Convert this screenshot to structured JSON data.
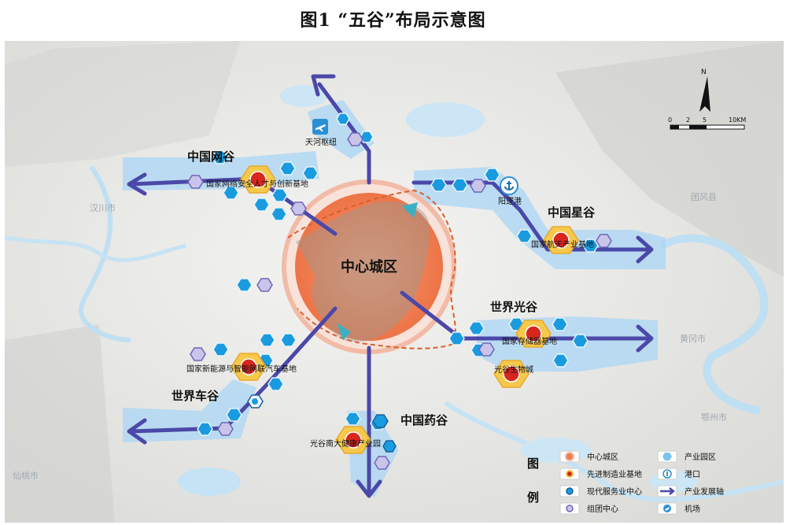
{
  "title": "图1 “五谷”布局示意图",
  "center": {
    "label": "中心城区"
  },
  "valleys": {
    "net": "中国网谷",
    "star": "中国星谷",
    "light": "世界光谷",
    "car": "世界车谷",
    "med": "中国药谷"
  },
  "bases": {
    "net": "国家网络安全人才与创新基地",
    "star": "国家航天产业基地",
    "storage": "国家存储器基地",
    "bio": "光谷生物城",
    "car": "国家新能源与智能网联汽车基地",
    "med": "光谷南大健康产业园"
  },
  "facilities": {
    "airport": "天河枢纽",
    "port": "阳逻港"
  },
  "places": {
    "hanchuan": "汉川市",
    "xiantao": "仙桃市",
    "huanggang": "黄冈市",
    "ezhou": "鄂州市",
    "tuanfeng": "团风县"
  },
  "scale": {
    "north": "N",
    "t0": "0",
    "t1": "2",
    "t2": "5",
    "t3": "10KM"
  },
  "legend": {
    "title_1": "图",
    "title_2": "例",
    "items": [
      {
        "label": "中心城区",
        "icon": "center-zone-icon"
      },
      {
        "label": "先进制造业基地",
        "icon": "manufacturing-base-icon"
      },
      {
        "label": "现代服务业中心",
        "icon": "service-center-icon"
      },
      {
        "label": "组团中心",
        "icon": "cluster-center-icon"
      },
      {
        "label": "产业园区",
        "icon": "industrial-park-icon"
      },
      {
        "label": "港口",
        "icon": "port-icon"
      },
      {
        "label": "产业发展轴",
        "icon": "development-axis-icon"
      },
      {
        "label": "机场",
        "icon": "airport-icon"
      }
    ]
  },
  "colors": {
    "axis_arrow": "#4a48a8",
    "corridor": "#a9d6f5",
    "hex_blue": "#1a9be0",
    "hex_lavender": "#c9c4ea",
    "center_orange": "#ef7d4e",
    "base_red": "#d7261e",
    "base_gold": "#f6c84c"
  }
}
